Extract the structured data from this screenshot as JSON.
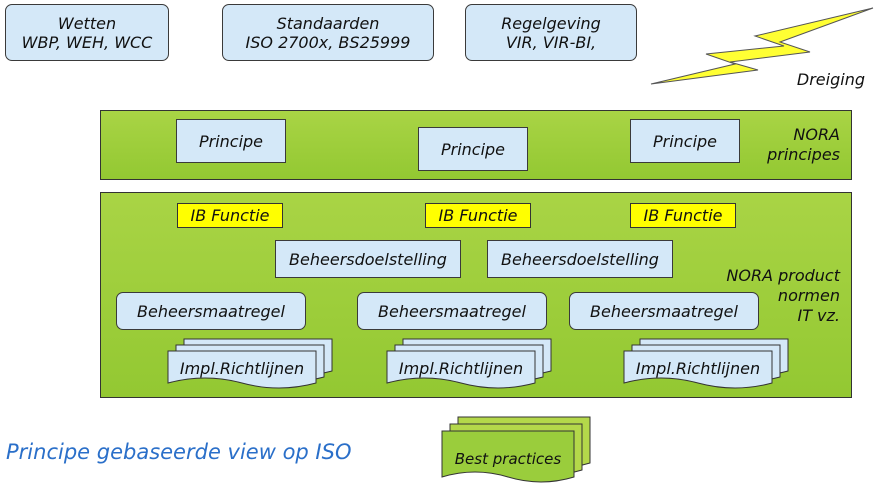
{
  "sources": [
    {
      "line1": "Wetten",
      "line2": "WBP, WEH, WCC"
    },
    {
      "line1": "Standaarden",
      "line2": "ISO 2700x, BS25999"
    },
    {
      "line1": "Regelgeving",
      "line2": "VIR, VIR-BI,"
    }
  ],
  "threat_label": "Dreiging",
  "principles_band": {
    "label_line1": "NORA",
    "label_line2": "principes",
    "items": [
      "Principe",
      "Principe",
      "Principe"
    ]
  },
  "product_band": {
    "label_line1": "NORA product",
    "label_line2": "normen",
    "label_line3": "IT vz.",
    "functions": [
      "IB Functie",
      "IB Functie",
      "IB Functie"
    ],
    "objectives": [
      "Beheersdoelstelling",
      "Beheersdoelstelling"
    ],
    "measures": [
      "Beheersmaatregel",
      "Beheersmaatregel",
      "Beheersmaatregel"
    ],
    "guidelines": [
      "Impl.Richtlijnen",
      "Impl.Richtlijnen",
      "Impl.Richtlijnen"
    ]
  },
  "best_practices": "Best practices",
  "view_title": "Principe gebaseerde view op ISO",
  "colors": {
    "band_green": "#9acd3c",
    "box_blue": "#d4e8f8",
    "function_yellow": "#ffff00",
    "title_blue": "#2a6fc9",
    "lightning_yellow": "#ffff33"
  }
}
